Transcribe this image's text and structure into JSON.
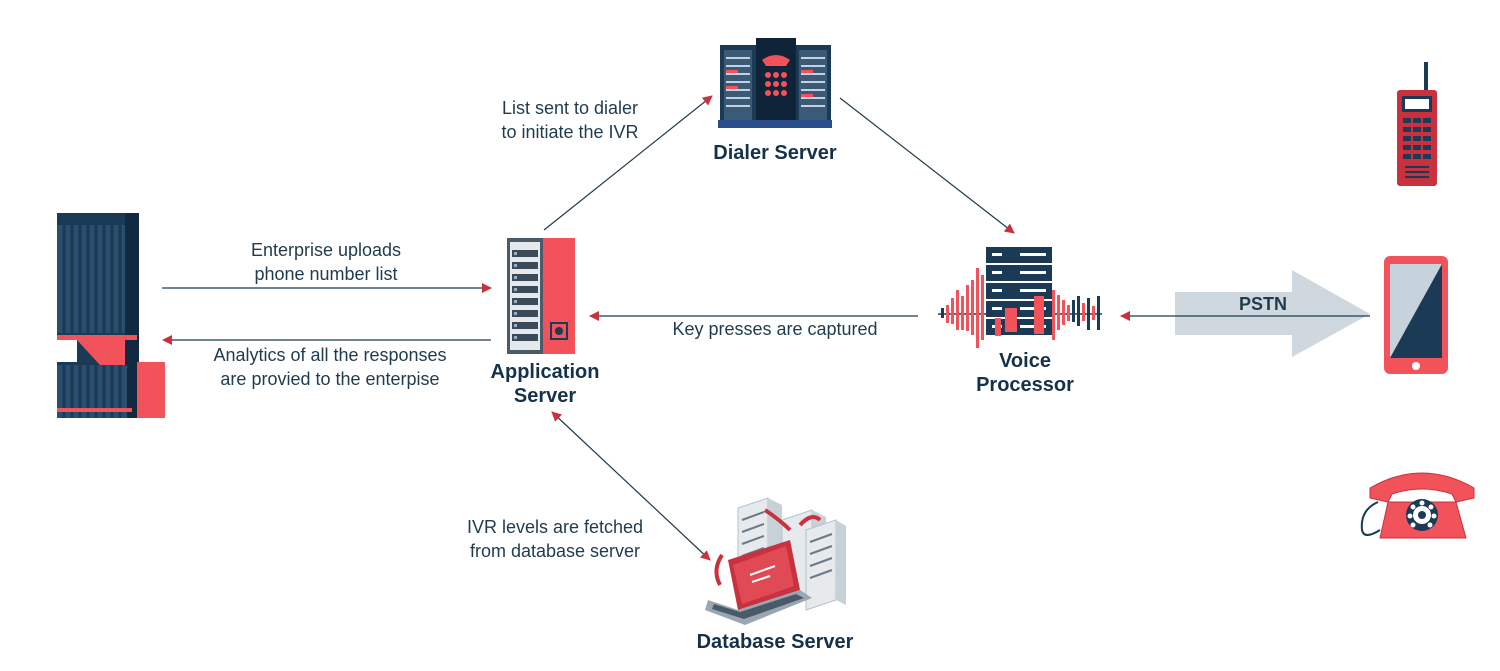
{
  "nodes": {
    "dialer_server": "Dialer Server",
    "application_server": [
      "Application",
      "Server"
    ],
    "voice_processor": [
      "Voice",
      "Processor"
    ],
    "database_server": "Database Server"
  },
  "edges": {
    "list_to_dialer": [
      "List sent to dialer",
      "to initiate the IVR"
    ],
    "enterprise_upload": [
      "Enterprise uploads",
      "phone number list"
    ],
    "analytics": [
      "Analytics of all the responses",
      "are provied to the enterpise"
    ],
    "key_presses": "Key presses are captured",
    "ivr_levels": [
      "IVR levels are fetched",
      "from database server"
    ],
    "pstn": "PSTN"
  },
  "icons": {
    "enterprise": "office-building-icon",
    "dialer": "dialer-server-rack-icon",
    "application": "application-server-rack-icon",
    "voice": "voice-processor-waveform-icon",
    "database": "database-server-laptop-icon",
    "feature_phone": "feature-phone-icon",
    "smartphone": "smartphone-icon",
    "rotary_phone": "rotary-telephone-icon"
  },
  "colors": {
    "navy": "#1b3a55",
    "red": "#f2535b",
    "gray": "#cfd8de",
    "text": "#1f3b4d"
  }
}
